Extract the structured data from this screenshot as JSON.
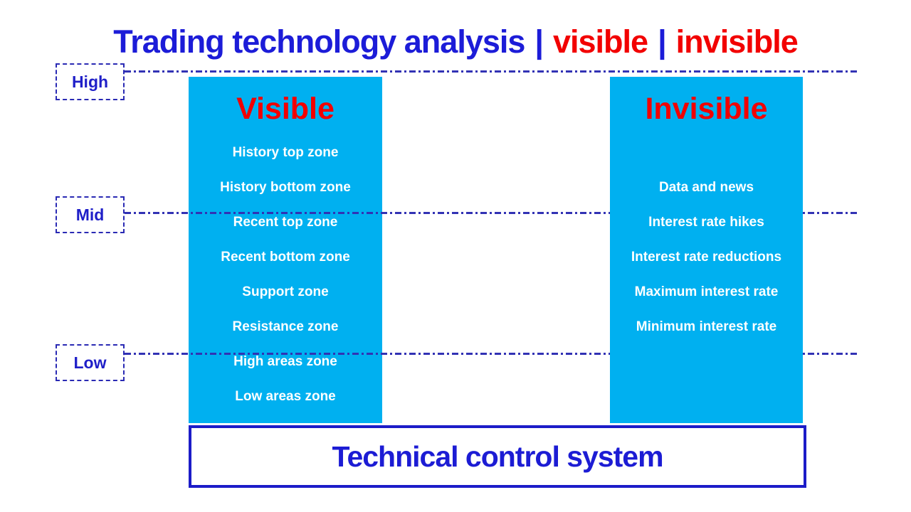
{
  "title": {
    "segments": [
      {
        "text": "Trading technology analysis",
        "color": "#1c1cd8"
      },
      {
        "text": "|",
        "color": "#1c1cd8"
      },
      {
        "text": "visible",
        "color": "#f20000"
      },
      {
        "text": "|",
        "color": "#1c1cd8"
      },
      {
        "text": "invisible",
        "color": "#f20000"
      }
    ]
  },
  "levels": [
    {
      "label": "High"
    },
    {
      "label": "Mid"
    },
    {
      "label": "Low"
    }
  ],
  "columns": [
    {
      "header": "Visible",
      "items": [
        "History top zone",
        "History bottom zone",
        "Recent top zone",
        "Recent bottom zone",
        "Support zone",
        "Resistance zone",
        "High areas zone",
        "Low areas zone"
      ]
    },
    {
      "header": "Invisible",
      "items": [
        "",
        "Data and news",
        "Interest rate hikes",
        "Interest rate reductions",
        "Maximum interest rate",
        "Minimum interest rate",
        "",
        ""
      ]
    }
  ],
  "footer": {
    "label": "Technical control system"
  },
  "colors": {
    "column_fill": "#00b0f0",
    "header_red": "#f20000",
    "title_blue": "#1c1cd8",
    "dash_line_blue": "#3232b4",
    "footer_border_blue": "#1c1cc8",
    "item_text": "#ffffff",
    "background": "#ffffff"
  }
}
